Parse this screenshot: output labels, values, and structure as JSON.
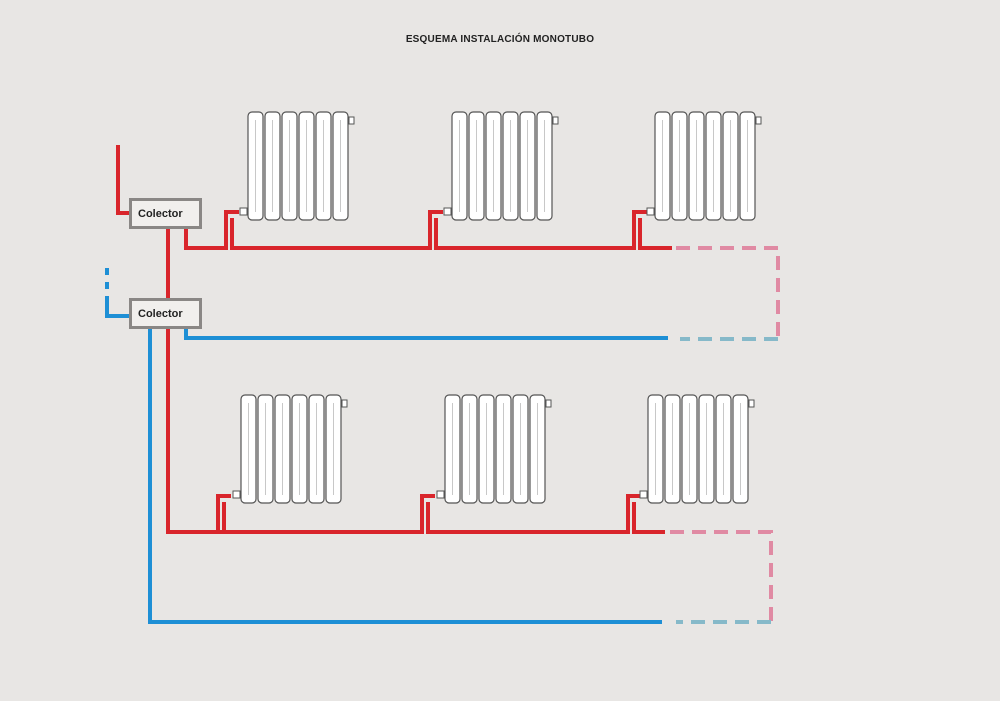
{
  "title": "ESQUEMA INSTALACIÓN MONOTUBO",
  "collectors": [
    {
      "label": "Colector",
      "circuit": "supply"
    },
    {
      "label": "Colector",
      "circuit": "return"
    }
  ],
  "radiators": {
    "rows": 2,
    "per_row": 3,
    "elements_per_radiator": 6
  },
  "colors": {
    "supply_pipe": "#d9252b",
    "return_pipe": "#1e8fd5",
    "supply_dashed": "#e08aa3",
    "return_dashed": "#86b9c9",
    "collector_border": "#8a8785",
    "radiator_stroke": "#555555",
    "background": "#e8e6e4"
  }
}
